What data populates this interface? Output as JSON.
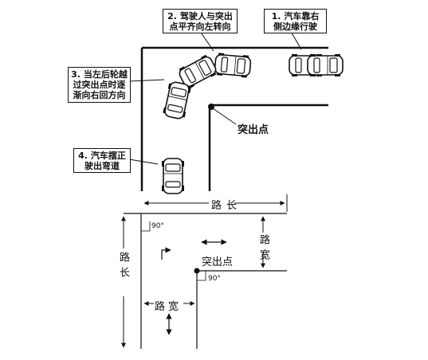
{
  "callouts": {
    "step1": "1. 汽车靠右\n侧边缘行驶",
    "step2": "2. 驾驶人与突出\n点平齐向左转向",
    "step3": "3. 当左后轮越\n过突出点时逐\n渐向右回方向",
    "step4": "4. 汽车摆正\n驶出弯道"
  },
  "labels": {
    "protrusion_top": "突出点",
    "road_length_top": "路长",
    "road_length_side": "路长",
    "road_width_right": "路宽",
    "road_width_bottom": "路宽",
    "protrusion_bottom": "突出点",
    "angle_upper": "90°",
    "angle_lower": "90°"
  }
}
